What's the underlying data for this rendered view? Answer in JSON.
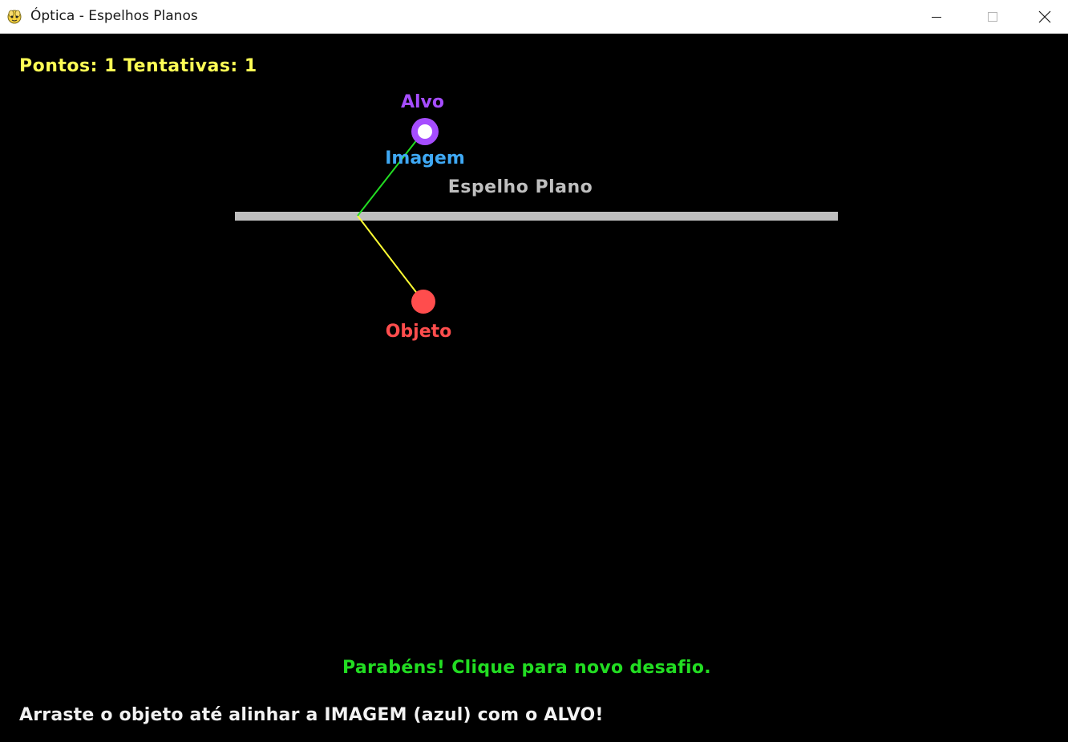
{
  "window": {
    "title": "Óptica - Espelhos Planos",
    "app_icon": "pygame-snake-icon",
    "controls": {
      "minimize_icon": "minimize-icon",
      "maximize_icon": "maximize-icon",
      "close_icon": "close-icon"
    }
  },
  "hud": {
    "score_text": "Pontos: 1  Tentativas: 1",
    "score_color": "#ffff55"
  },
  "scene": {
    "target_label": "Alvo",
    "image_label": "Imagem",
    "mirror_label": "Espelho Plano",
    "object_label": "Objeto"
  },
  "colors": {
    "background": "#000000",
    "target": "#a64dff",
    "image": "#3fa9f5",
    "mirror": "#bfbfbf",
    "object": "#ff4d4d",
    "incident_ray": "#ffff33",
    "reflected_ray": "#22dd22",
    "success": "#22dd22",
    "instruction": "#f2f2f2"
  },
  "messages": {
    "success": "Parabéns! Clique para novo desafio.",
    "instruction": "Arraste o objeto até alinhar a IMAGEM (azul) com o ALVO!"
  }
}
